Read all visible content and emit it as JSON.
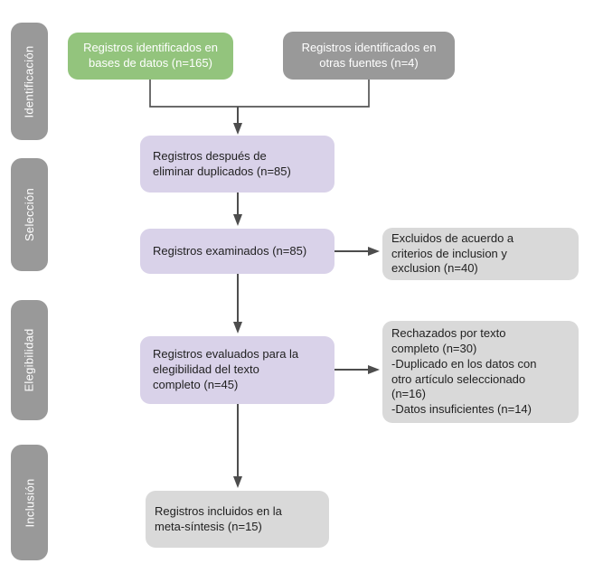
{
  "stages": [
    {
      "label": "Identificación"
    },
    {
      "label": "Selección"
    },
    {
      "label": "Elegibilidad"
    },
    {
      "label": "Inclusión"
    }
  ],
  "boxes": {
    "identified_databases": "Registros identificados en\nbases de datos (n=165)",
    "identified_other_sources": "Registros identificados en\notras fuentes (n=4)",
    "after_removing_duplicates": "Registros después de\neliminar duplicados (n=85)",
    "records_screened": "Registros examinados (n=85)",
    "excluded_by_criteria": "Excluidos de acuerdo a\ncriterios de inclusion y\nexclusion (n=40)",
    "fulltext_assessed": "Registros evaluados para la\nelegibilidad del texto\ncompleto (n=45)",
    "fulltext_rejected": "Rechazados por texto\ncompleto (n=30)\n-Duplicado en los datos con\notro artículo seleccionado\n(n=16)\n-Datos insuficientes (n=14)",
    "included_meta_synthesis": "Registros incluidos en la\nmeta-síntesis (n=15)"
  },
  "colors": {
    "identification_source_db": "#93c47d",
    "identification_source_other": "#999999",
    "process_box": "#d9d2e9",
    "outcome_box": "#d9d9d9",
    "stage_label": "#999999",
    "arrow": "#4d4d4d"
  }
}
